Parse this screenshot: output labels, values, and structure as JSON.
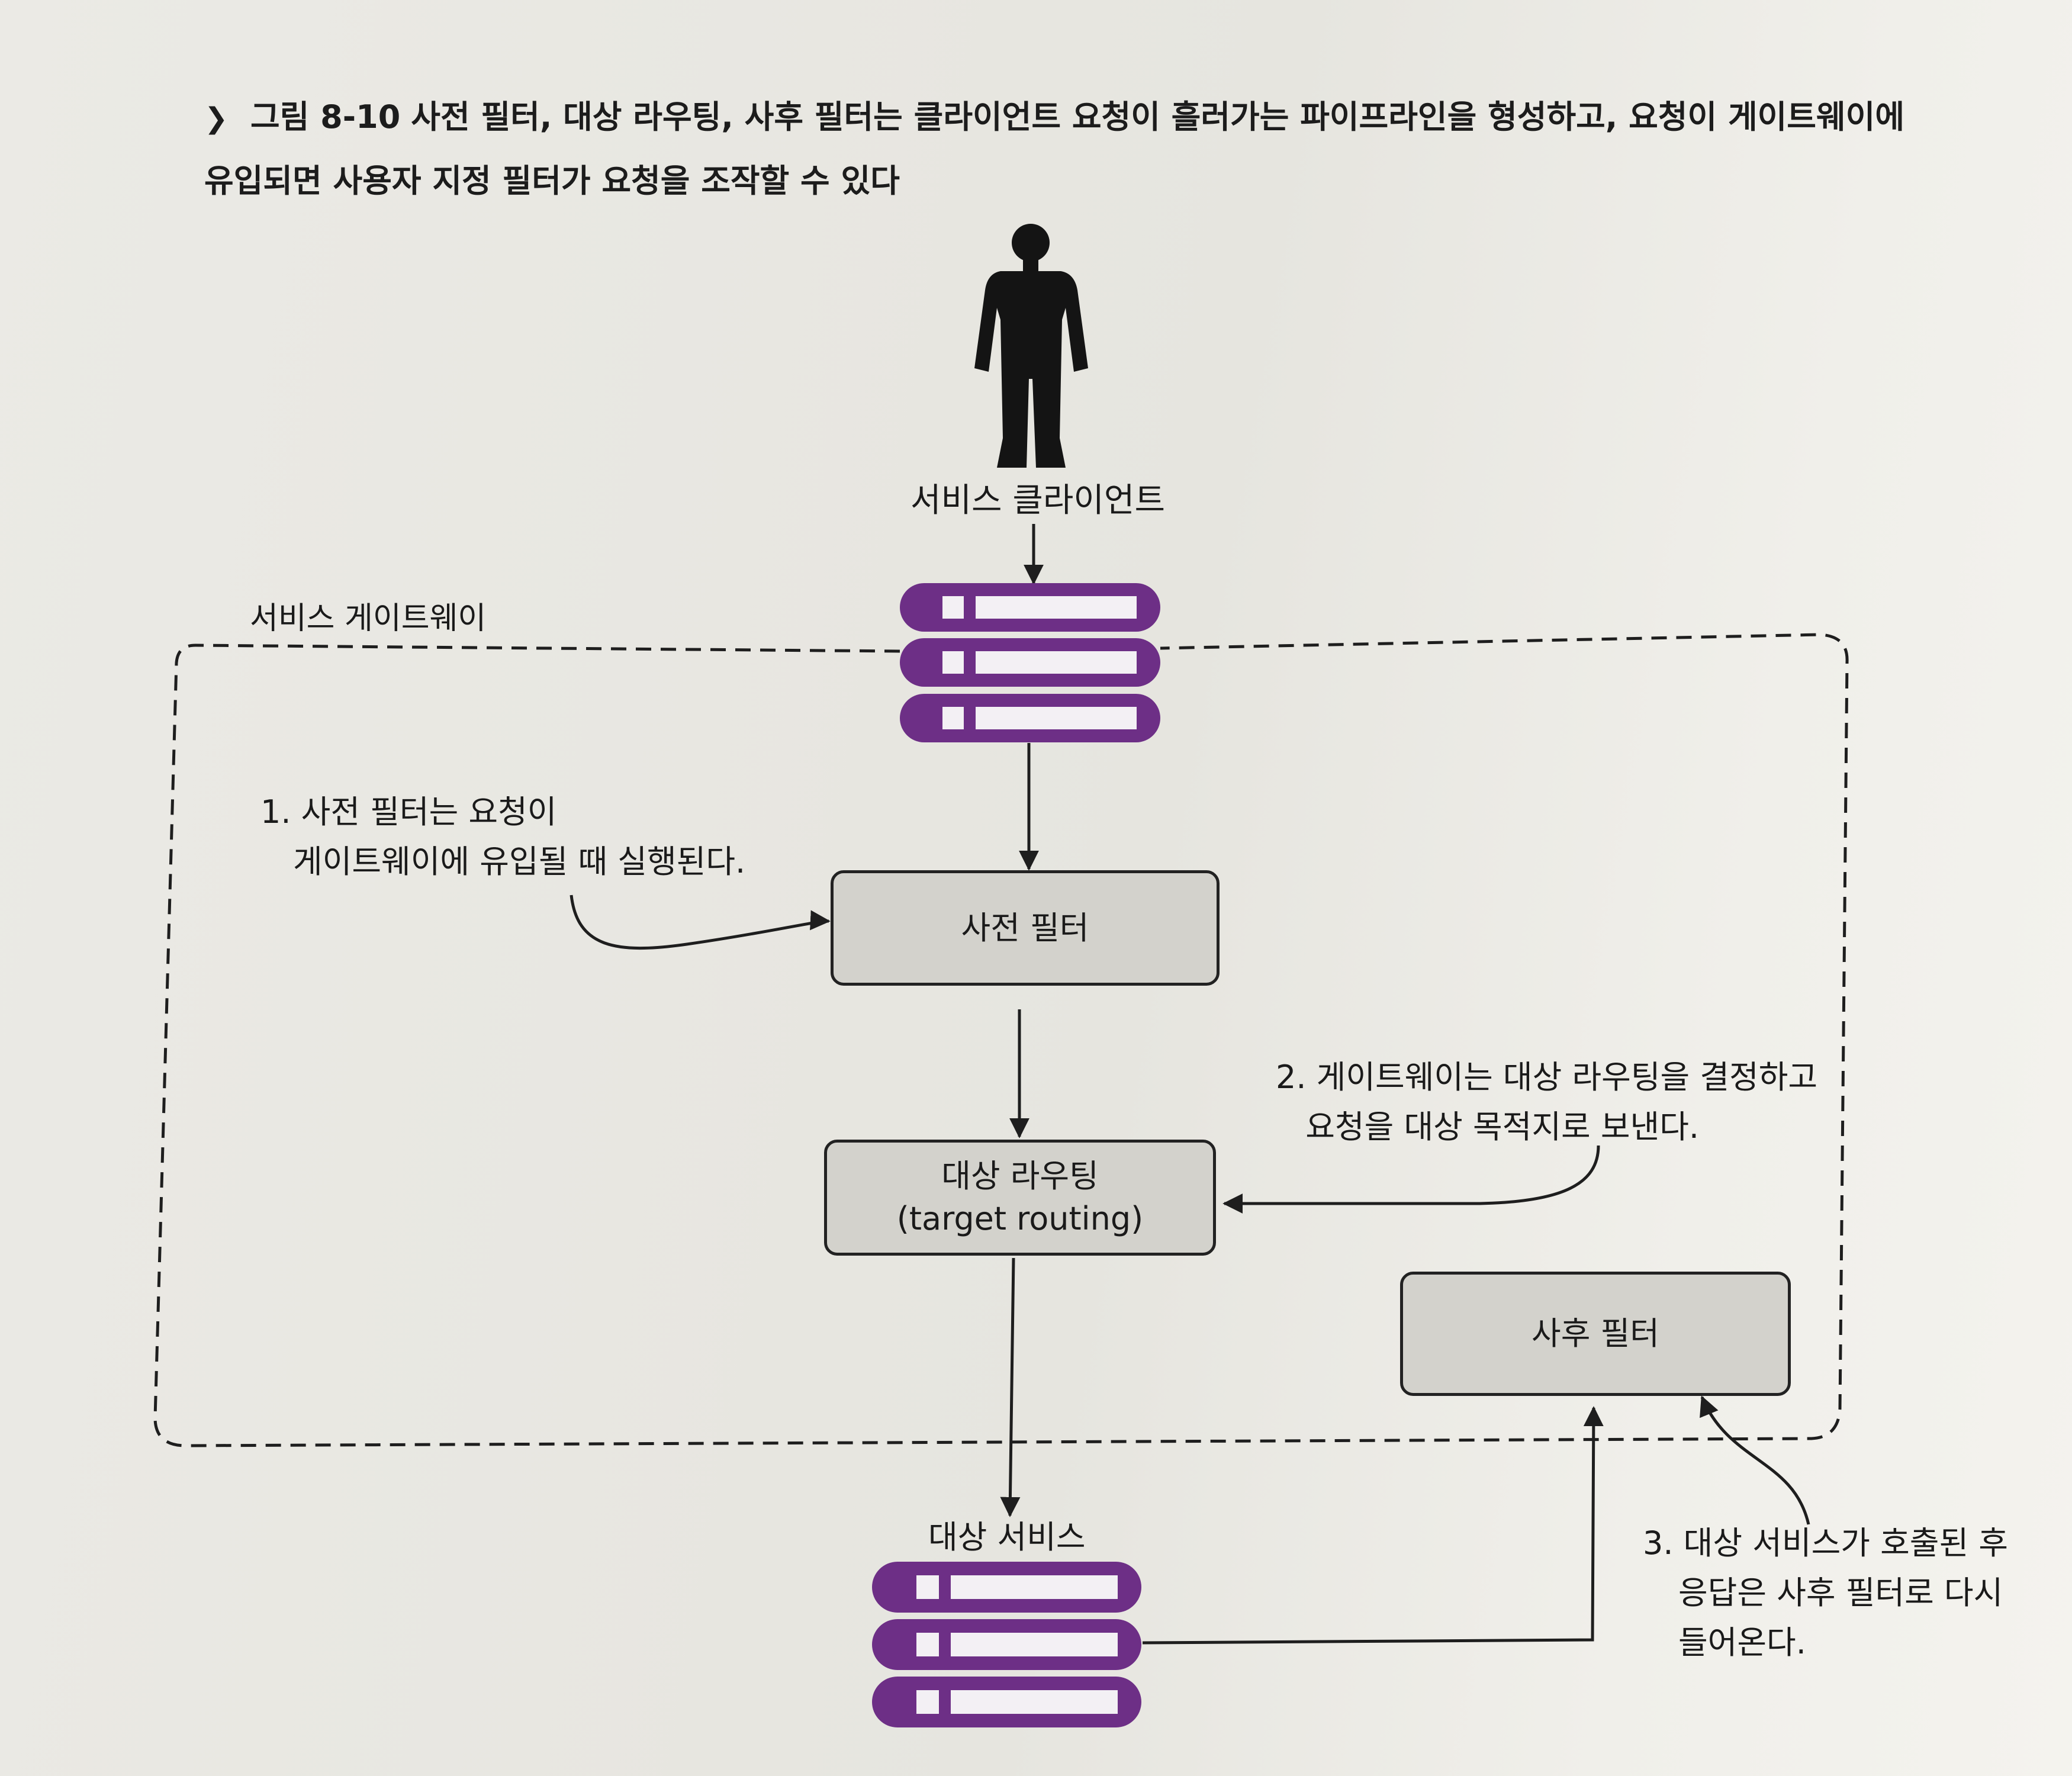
{
  "figure": {
    "number": "그림 8-10",
    "caption": "사전 필터, 대상 라우팅, 사후 필터는 클라이언트 요청이 흘러가는 파이프라인을 형성하고, 요청이 게이트웨이에 유입되면 사용자 지정 필터가 요청을 조작할 수 있다"
  },
  "diagram": {
    "client_label": "서비스 클라이언트",
    "gateway_label": "서비스 게이트웨이",
    "pre_filter": "사전 필터",
    "target_routing": {
      "line1": "대상 라우팅",
      "line2": "(target routing)"
    },
    "post_filter": "사후 필터",
    "target_service": "대상 서비스",
    "annotations": {
      "step1": {
        "line1": "1. 사전 필터는 요청이",
        "line2": "게이트웨이에 유입될 때 실행된다."
      },
      "step2": {
        "line1": "2. 게이트웨이는 대상 라우팅을 결정하고",
        "line2": "요청을 대상 목적지로 보낸다."
      },
      "step3": {
        "line1": "3. 대상 서비스가 호출된 후",
        "line2": "응답은 사후 필터로 다시",
        "line3": "들어온다."
      }
    }
  },
  "colors": {
    "server": "#6d2f86",
    "box_fill": "#d3d2cc",
    "stroke": "#1e1e1e"
  }
}
